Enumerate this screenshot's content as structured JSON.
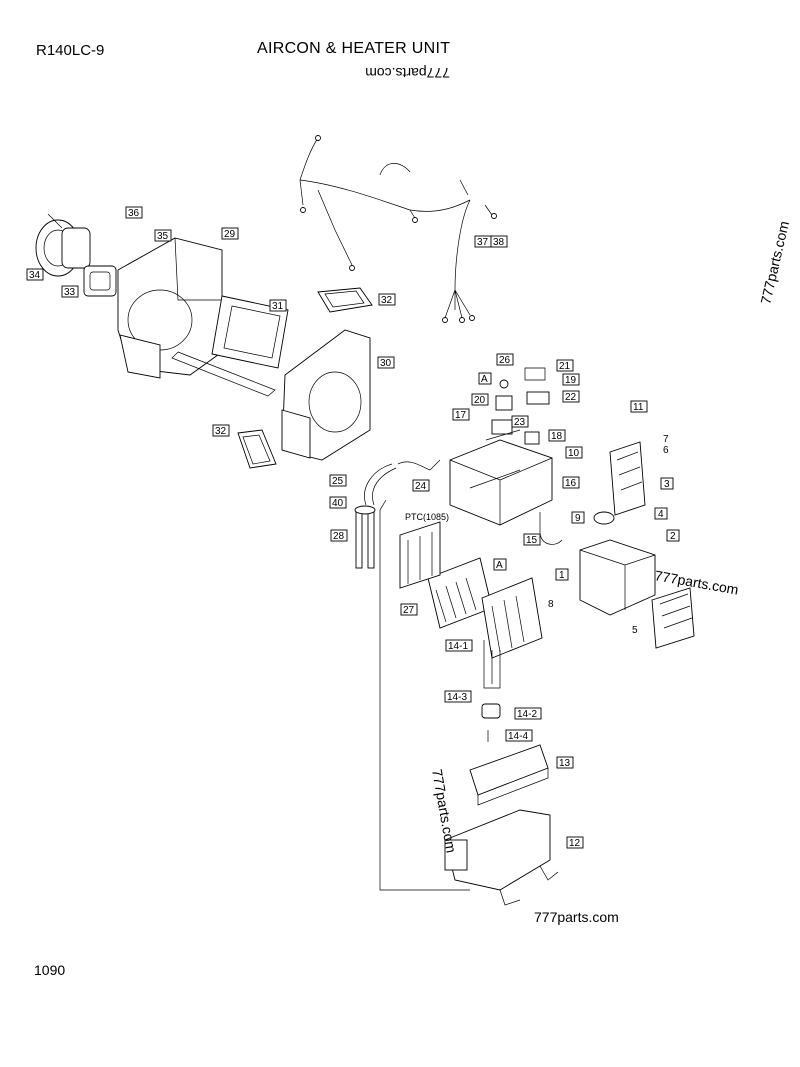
{
  "header": {
    "model": "R140LC-9",
    "title": "AIRCON & HEATER UNIT"
  },
  "page_number": "1090",
  "watermarks": [
    "777parts.com",
    "777parts.com",
    "777parts.com",
    "777parts.com",
    "777parts.com"
  ],
  "ptc_label": "PTC(1085)",
  "callouts": [
    "1",
    "2",
    "3",
    "4",
    "5",
    "6",
    "7",
    "8",
    "9",
    "10",
    "11",
    "12",
    "13",
    "14-1",
    "14-2",
    "14-3",
    "14-4",
    "15",
    "16",
    "17",
    "18",
    "19",
    "20",
    "21",
    "22",
    "23",
    "24",
    "25",
    "26",
    "27",
    "28",
    "29",
    "30",
    "31",
    "32",
    "32",
    "33",
    "34",
    "35",
    "36",
    "37",
    "38",
    "40",
    "A",
    "A"
  ]
}
